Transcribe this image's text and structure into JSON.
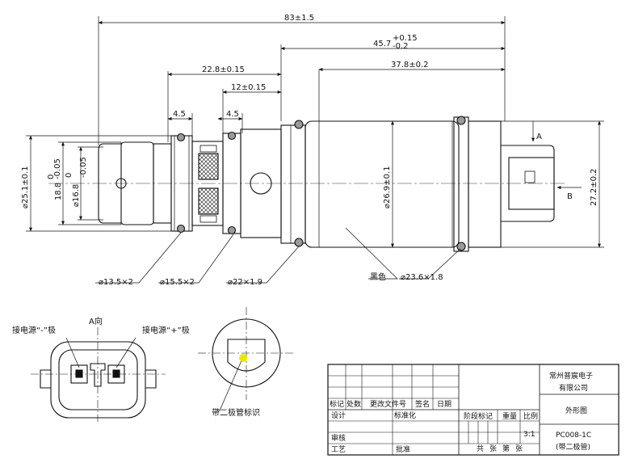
{
  "dimensions": {
    "overall_length": "83±1.5",
    "length_45_7": "45.7",
    "tol_45_7_upper": "+0.15",
    "tol_45_7_lower": "-0.2",
    "length_37_8": "37.8±0.2",
    "length_22_8": "22.8±0.15",
    "length_12": "12±0.15",
    "width_4_5_left": "4.5",
    "width_4_5_right": "4.5",
    "dia_25_1": "⌀25.1±0.1",
    "dia_18_8": "18.8",
    "tol_18_8_upper": "0",
    "tol_18_8_lower": "-0.05",
    "dia_16_8": "⌀16.8",
    "tol_16_8_upper": "0",
    "tol_16_8_lower": "-0.05",
    "dia_26_9": "⌀26.9±0.1",
    "dim_27_2": "27.2±0.2"
  },
  "view_markers": {
    "arrow_a": "A",
    "arrow_b": "B"
  },
  "callouts": {
    "oring_13_5": "⌀13.5×2",
    "oring_15_5": "⌀15.5×2",
    "oring_22": "⌀22×1.9",
    "black_color": "黑色",
    "oring_23_6": "⌀23.6×1.8"
  },
  "view_a": {
    "title": "A向",
    "neg_label": "接电源“-”极",
    "pos_label": "接电源“+”极"
  },
  "diode_view": {
    "label": "带二极管标识"
  },
  "title_block": {
    "company_line1": "常州普宸电子",
    "company_line2": "有限公司",
    "drawing_name": "外形图",
    "hdr_mark": "标记",
    "hdr_count": "处数",
    "hdr_change_doc": "更改文件号",
    "hdr_sign": "签名",
    "hdr_date": "日期",
    "design": "设计",
    "standardize": "标准化",
    "stage_mark": "阶段标记",
    "weight": "重量",
    "scale": "比例",
    "scale_value": "3:1",
    "review": "审核",
    "process": "工艺",
    "approve": "批准",
    "sheets_total": "共",
    "sheet_unit": "张",
    "sheet_no": "第",
    "sheet_unit2": "张",
    "part_number": "PC008-1C",
    "part_note": "(带二极管)"
  },
  "colors": {
    "line": "#111111",
    "center_line": "#333333",
    "diode_mark": "#e8e800",
    "oring_fill": "#9a9a9a"
  }
}
